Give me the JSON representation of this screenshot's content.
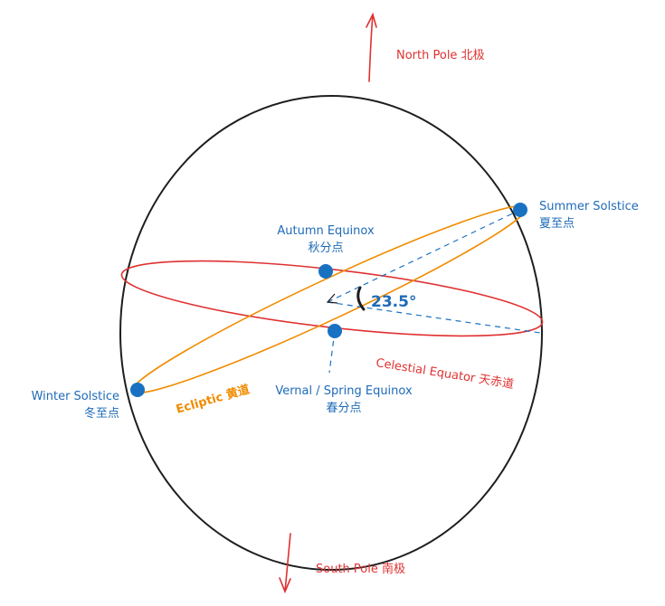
{
  "poles": {
    "north": "North Pole 北极",
    "south": "South Pole 南极"
  },
  "points": {
    "summer": {
      "en": "Summer Solstice",
      "zh": "夏至点"
    },
    "autumn": {
      "en": "Autumn Equinox",
      "zh": "秋分点"
    },
    "winter": {
      "en": "Winter Solstice",
      "zh": "冬至点"
    },
    "vernal": {
      "en": "Vernal / Spring Equinox",
      "zh": "春分点"
    }
  },
  "circles": {
    "ecliptic": "Ecliptic 黄道",
    "equator": "Celestial Equator 天赤道"
  },
  "angle": "23.5°",
  "colors": {
    "sphere": "#1e1e1e",
    "pole_arrow": "#e03131",
    "equator": "#e03131",
    "ecliptic": "#f08c00",
    "point": "#1971c2",
    "guide": "#1971c2"
  }
}
